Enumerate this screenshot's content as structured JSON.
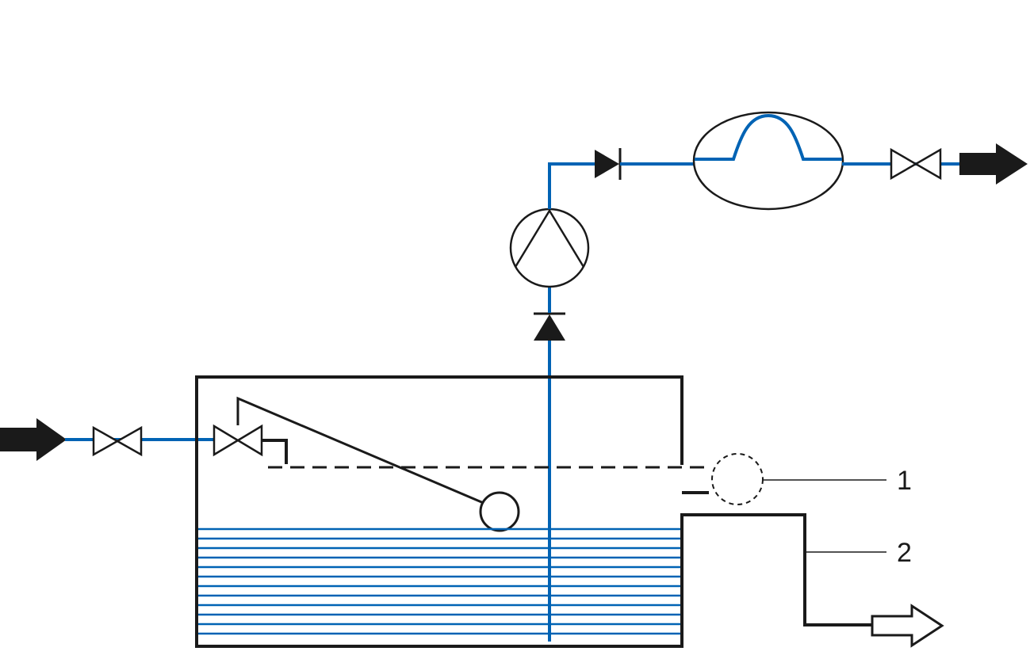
{
  "colors": {
    "water": "#0063b4",
    "line": "#1a1a1a",
    "background": "#ffffff"
  },
  "callouts": [
    {
      "label": "1",
      "target": "overflow-outlet"
    },
    {
      "label": "2",
      "target": "drain-pipe"
    }
  ]
}
